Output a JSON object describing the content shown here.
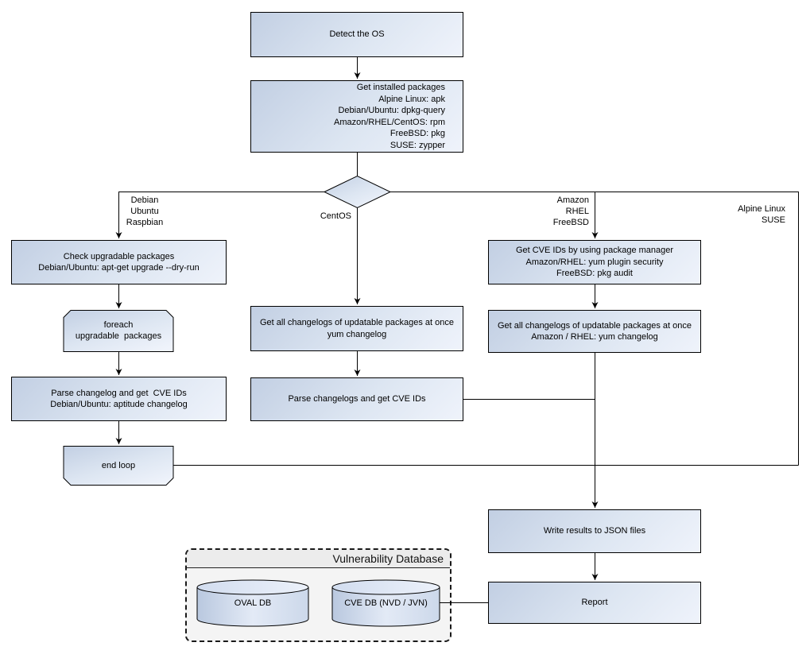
{
  "nodes": {
    "detect_os": {
      "label": "Detect the OS"
    },
    "get_installed_packages": {
      "label": "Get installed packages\nAlpine Linux: apk\nDebian/Ubuntu: dpkg-query\nAmazon/RHEL/CentOS: rpm\nFreeBSD: pkg\nSUSE: zypper"
    },
    "check_upgradable": {
      "label": "Check upgradable packages\nDebian/Ubuntu: apt-get upgrade --dry-run"
    },
    "foreach_loop": {
      "label": "foreach\nupgradable  packages"
    },
    "parse_changelog_debian": {
      "label": "Parse changelog and get  CVE IDs\nDebian/Ubuntu: aptitude changelog"
    },
    "end_loop": {
      "label": "end loop"
    },
    "changelogs_centos": {
      "label": "Get all changelogs of updatable packages at once\nyum changelog"
    },
    "parse_changelogs": {
      "label": "Parse changelogs and get CVE IDs"
    },
    "get_cve_ids": {
      "label": "Get CVE IDs by using package manager\nAmazon/RHEL: yum plugin security\nFreeBSD: pkg audit"
    },
    "changelogs_amazon": {
      "label": "Get all changelogs of updatable packages at once\nAmazon / RHEL: yum changelog"
    },
    "write_results": {
      "label": "Write results to JSON files"
    },
    "report": {
      "label": "Report"
    }
  },
  "branch_labels": {
    "debian": "Debian\nUbuntu\nRaspbian",
    "centos": "CentOS",
    "amazon": "Amazon\nRHEL\nFreeBSD",
    "alpine": "Alpine Linux\nSUSE"
  },
  "database": {
    "title": "Vulnerability Database",
    "oval_db": "OVAL DB",
    "cve_db": "CVE DB (NVD / JVN)"
  },
  "colors": {
    "node_fill_start": "#c2cfe3",
    "node_fill_end": "#eff3fb",
    "node_border": "#000000",
    "connector": "#000000",
    "db_panel_bg": "#f4f4f4",
    "db_header_bg": "#ececec"
  }
}
